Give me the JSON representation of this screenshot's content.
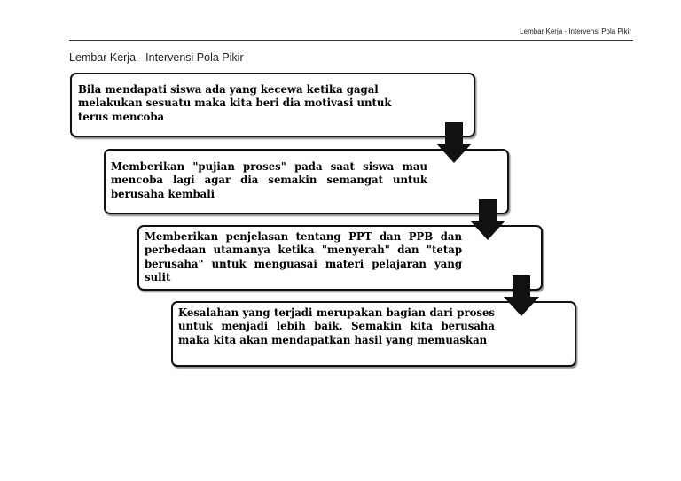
{
  "header": {
    "running_title": "Lembar Kerja - Intervensi Pola Pikir"
  },
  "document": {
    "heading": "Lembar Kerja - Intervensi Pola Pikir"
  },
  "flow": {
    "steps": [
      {
        "text": "Bila mendapati siswa ada yang kecewa ketika gagal melakukan sesuatu maka kita beri dia motivasi untuk terus mencoba"
      },
      {
        "text": "Memberikan \"pujian proses\" pada saat siswa mau mencoba lagi agar dia semakin semangat untuk berusaha kembali"
      },
      {
        "text": "Memberikan penjelasan tentang PPT dan PPB dan perbedaan utamanya ketika \"menyerah\" dan \"tetap berusaha\" untuk menguasai materi pelajaran yang sulit"
      },
      {
        "text": "Kesalahan yang terjadi merupakan bagian dari proses untuk menjadi lebih baik. Semakin kita berusaha maka kita akan mendapatkan hasil yang memuaskan"
      }
    ]
  }
}
